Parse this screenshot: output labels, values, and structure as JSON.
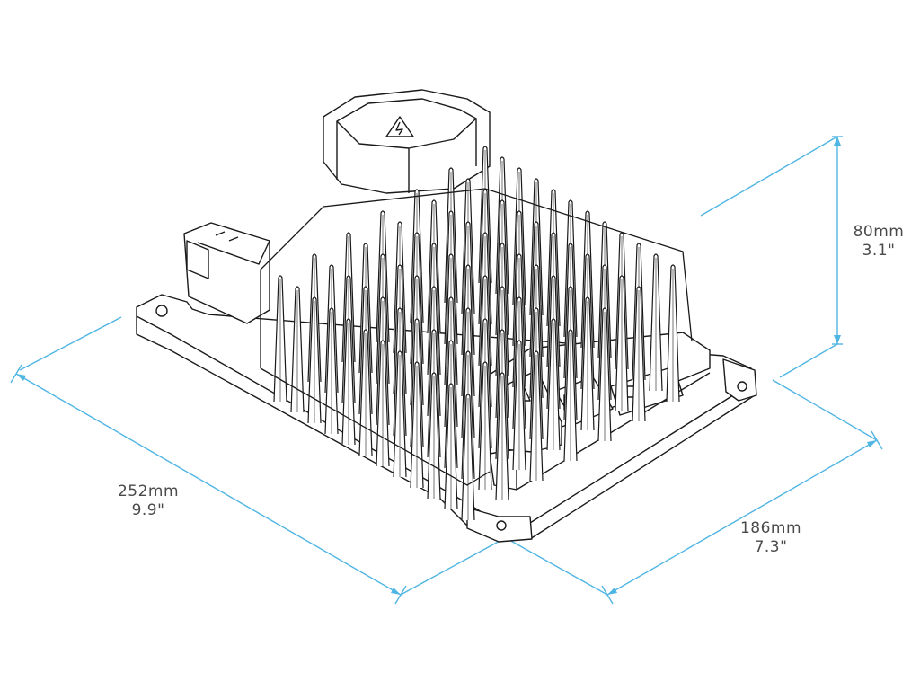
{
  "dimensions": {
    "length": {
      "metric": "252mm",
      "imperial": "9.9\""
    },
    "width": {
      "metric": "186mm",
      "imperial": "7.3\""
    },
    "height": {
      "metric": "80mm",
      "imperial": "3.1\""
    }
  },
  "colors": {
    "dimension_line": "#4fb5e3",
    "drawing_line": "#1a1a1a",
    "label_text": "#4a4a4a",
    "background": "#ffffff"
  },
  "device_icons": [
    "warning-triangle-icon",
    "usb-icon",
    "power-icon"
  ]
}
